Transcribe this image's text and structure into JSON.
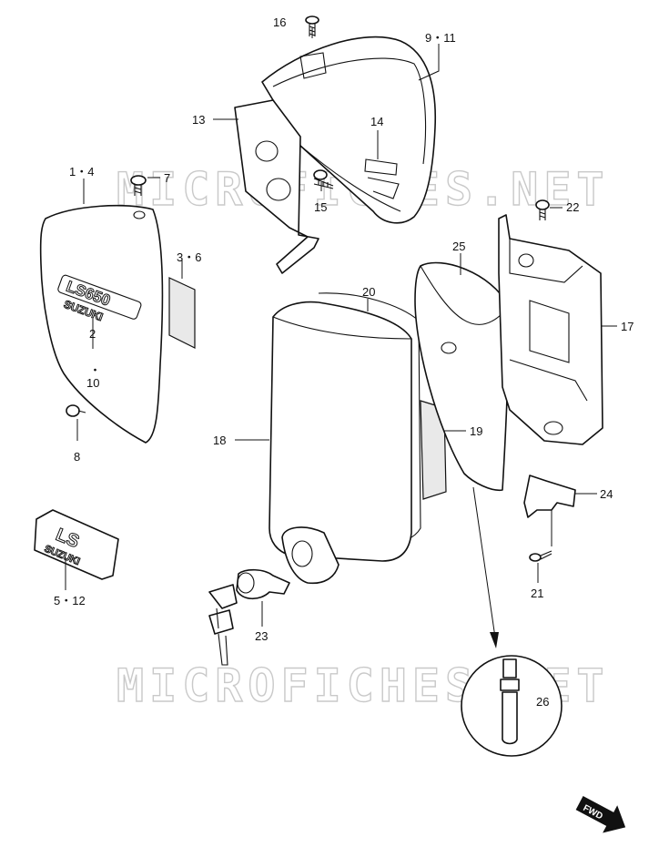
{
  "watermark": "MICROFICHES.NET",
  "fwd_label": "FWD",
  "emblem_model": "LS650",
  "emblem_brand": "SUZUKI",
  "emblem_ls": "LS",
  "callouts": {
    "c_16": "16",
    "c_9_11": "9・11",
    "c_13": "13",
    "c_14": "14",
    "c_15": "15",
    "c_1_4": "1・4",
    "c_7": "7",
    "c_3_6": "3・6",
    "c_2": "2",
    "c_dot": "・",
    "c_10": "10",
    "c_8": "8",
    "c_5_12": "5・12",
    "c_20": "20",
    "c_25": "25",
    "c_22": "22",
    "c_17": "17",
    "c_18": "18",
    "c_19": "19",
    "c_24": "24",
    "c_21": "21",
    "c_23": "23",
    "c_26": "26"
  }
}
